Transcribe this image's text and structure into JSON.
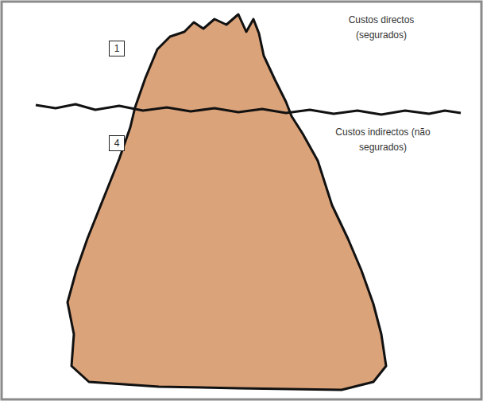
{
  "diagram": {
    "nodes": [
      {
        "text": [
          "1"
        ]
      },
      {
        "text": [
          "4"
        ]
      }
    ],
    "labels": [
      "Custos directos (segurados)",
      "Custos indirectos (não segurados)"
    ]
  }
}
